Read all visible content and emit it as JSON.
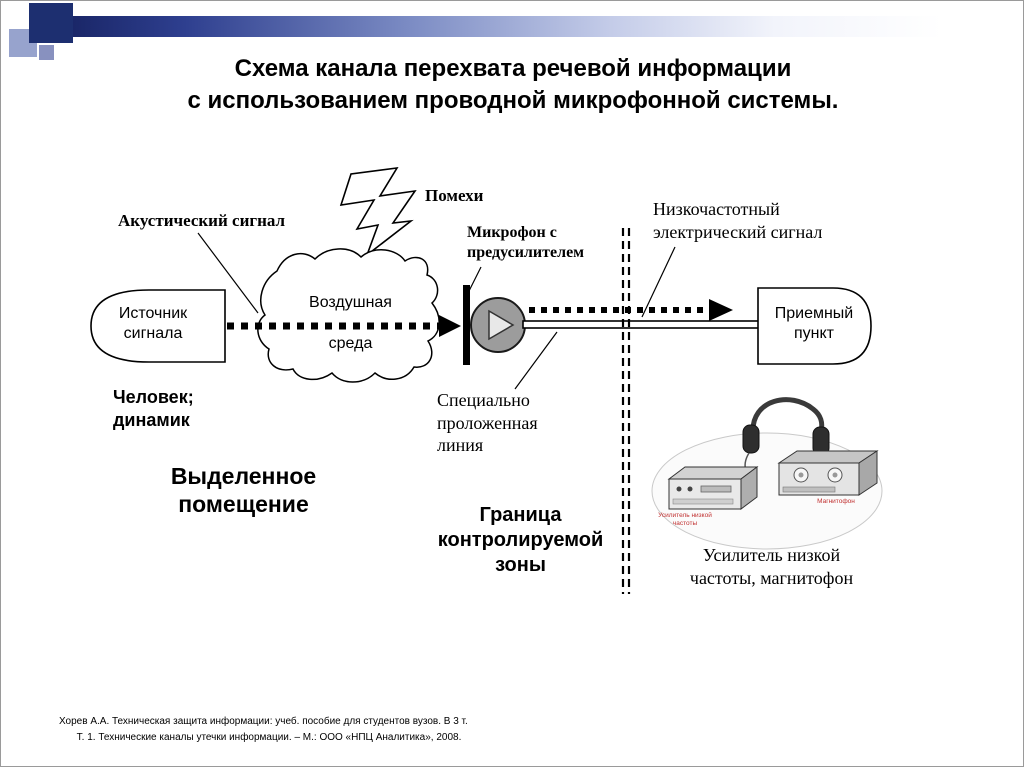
{
  "slide": {
    "title_line1": "Схема канала перехвата речевой информации",
    "title_line2": "с использованием проводной микрофонной системы.",
    "footer_line1": "Хорев А.А.  Техническая  защита информации: учеб. пособие для студентов вузов. В 3 т.",
    "footer_line2": "Т. 1. Технические каналы утечки информации. – М.: ООО «НПЦ Аналитика», 2008."
  },
  "diagram": {
    "interference_label": "Помехи",
    "acoustic_signal_label": "Акустический сигнал",
    "microphone_label": "Микрофон с предусилителем",
    "low_freq_signal_label": "Низкочастотный электрический сигнал",
    "source_label": "Источник сигнала",
    "air_medium_line1": "Воздушная",
    "air_medium_line2": "среда",
    "receiver_label": "Приемный пункт",
    "human_label": "Человек; динамик",
    "room_label": "Выделенное помещение",
    "laid_line_label": "Специально проложенная линия",
    "boundary_label": "Граница контролируемой зоны",
    "equipment_label": "Усилитель низкой частоты, магнитофон",
    "device_caption_left": "Усилитель низкой частоты",
    "device_caption_right": "Магнитофон"
  },
  "colors": {
    "accent_navy": "#1d2f70",
    "accent_light_blue": "#97a3cd",
    "caption_red": "#c03030",
    "diagram_ink": "#000000"
  }
}
